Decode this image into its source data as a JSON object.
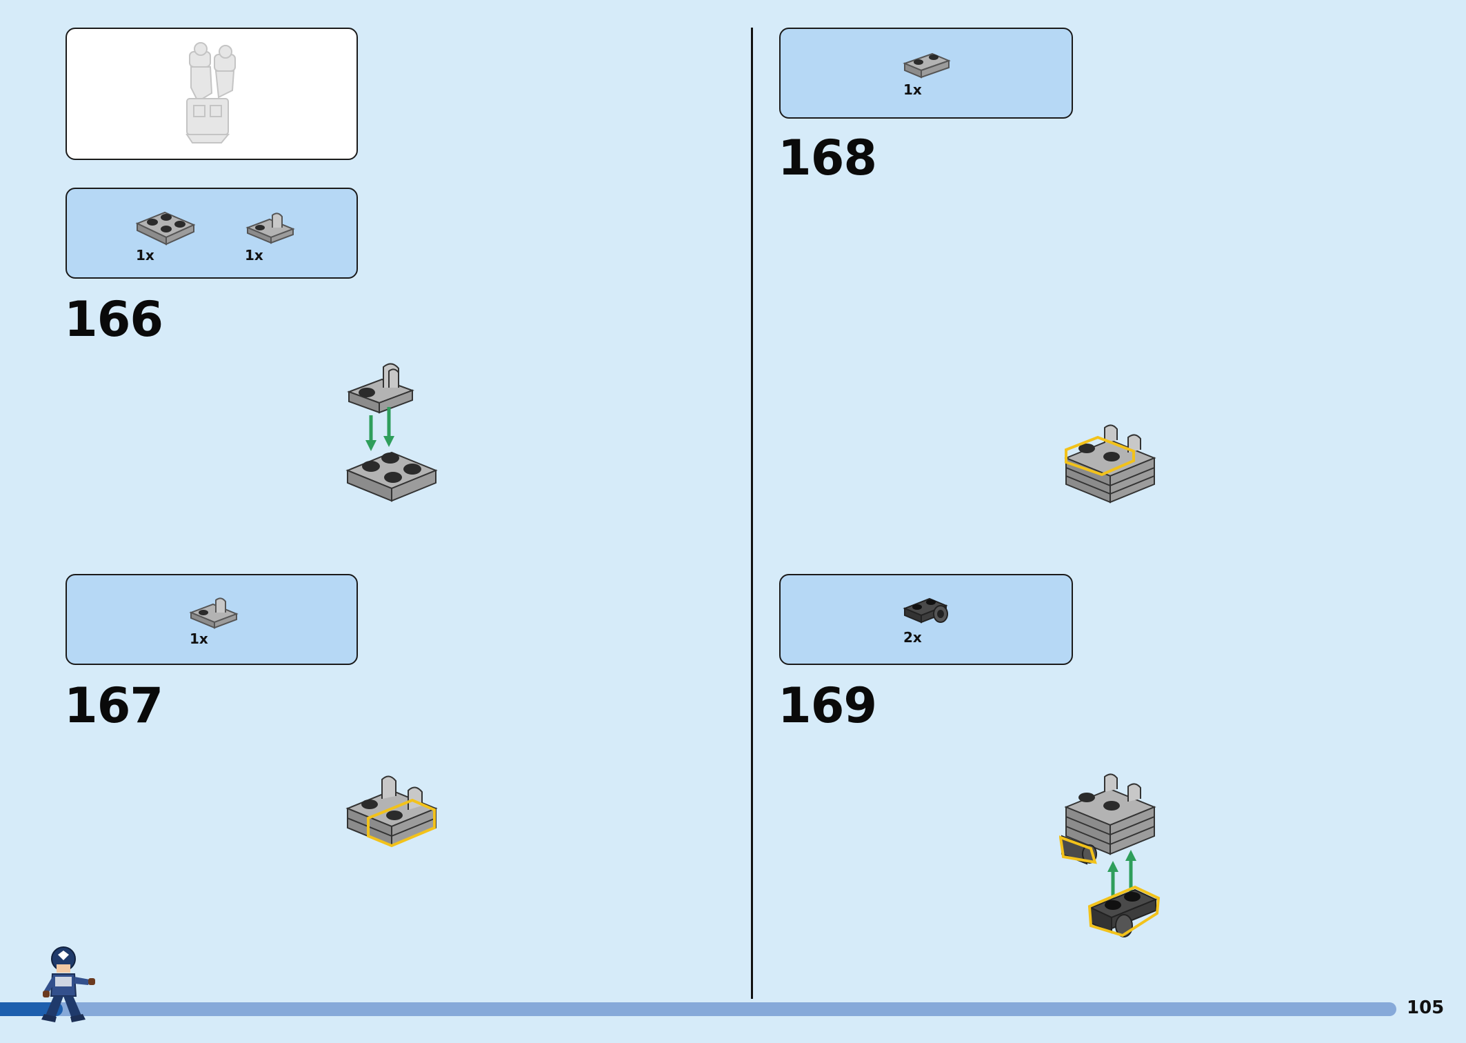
{
  "page": {
    "number": "105",
    "progress_fraction": 0.045
  },
  "colors": {
    "background": "#d6ebf9",
    "parts_box": "#b6d8f5",
    "brick_gray": "#a3a3a3",
    "brick_dark": "#4a4a4a",
    "arrow_green": "#2e9e5b",
    "highlight_yellow": "#f2c21b",
    "progress_bar": "#86a9d9",
    "progress_fill": "#1d5fae"
  },
  "left_column": {
    "submodel_preview": {
      "icon": "submodel-preview-icon"
    },
    "step_166": {
      "number": "166",
      "parts": [
        {
          "icon": "plate-2x2-icon",
          "qty": "1x"
        },
        {
          "icon": "plate-clip-icon",
          "qty": "1x"
        }
      ]
    },
    "step_167": {
      "number": "167",
      "parts": [
        {
          "icon": "plate-clip-icon",
          "qty": "1x"
        }
      ]
    }
  },
  "right_column": {
    "step_168": {
      "number": "168",
      "parts": [
        {
          "icon": "plate-1x2-icon",
          "qty": "1x"
        }
      ]
    },
    "step_169": {
      "number": "169",
      "parts": [
        {
          "icon": "bracket-pin-icon",
          "qty": "2x"
        }
      ]
    }
  }
}
